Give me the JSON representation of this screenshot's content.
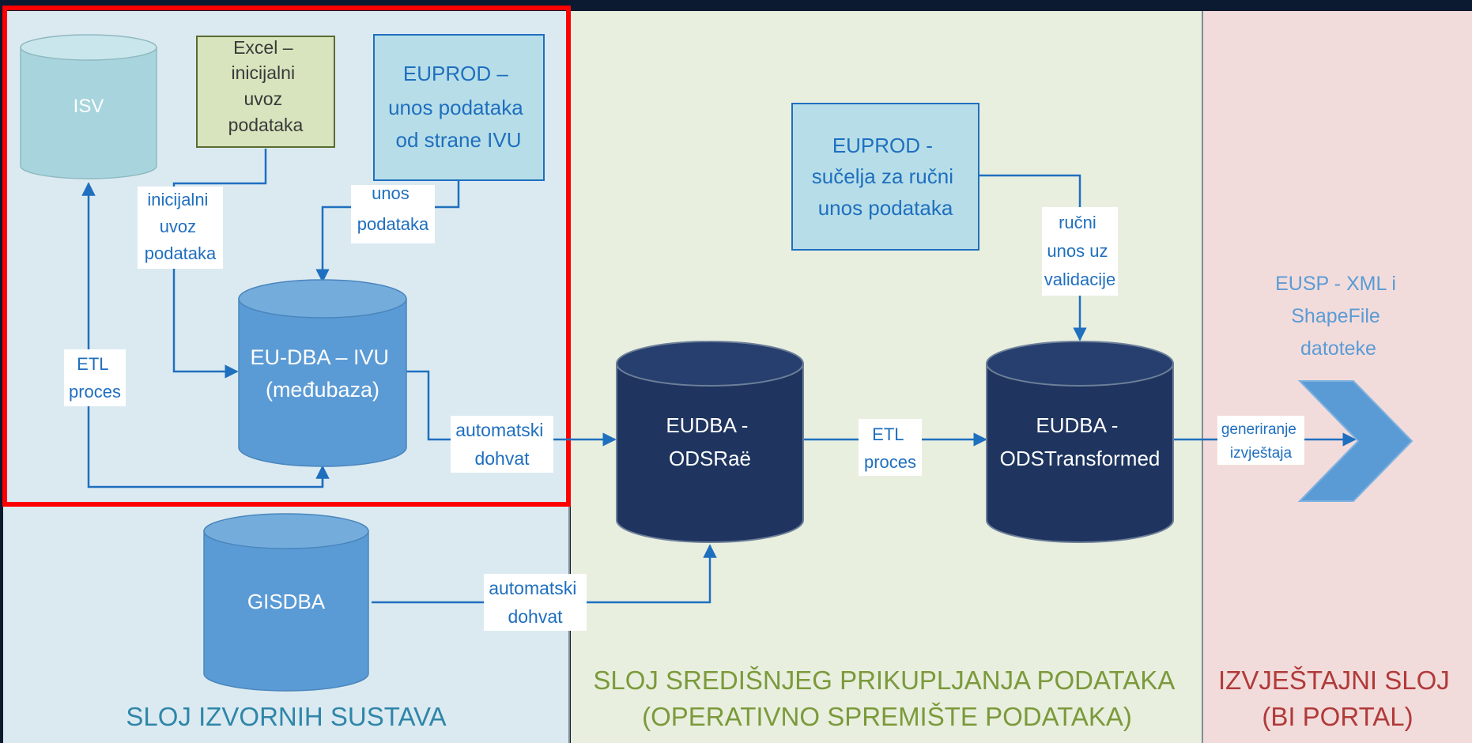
{
  "colors": {
    "source_bg": "#dbeaf1",
    "central_bg": "#e9efdf",
    "report_bg": "#f2dcdb",
    "frame": "#0b1a30",
    "highlight": "#ff0000",
    "arrow": "#1f6fbf",
    "light_db": "#a8d5dd",
    "mid_db": "#5b9bd5",
    "dark_db": "#1f3560",
    "excel_box": "#d7e4bd",
    "euprod_box": "#b7dee8",
    "chevron": "#5b9bd5"
  },
  "layers": {
    "source": "SLOJ IZVORNIH SUSTAVA",
    "central": [
      "SLOJ SREDIŠNJEG PRIKUPLJANJA PODATAKA",
      "(OPERATIVNO SPREMIŠTE PODATAKA)"
    ],
    "report": [
      "IZVJEŠTAJNI SLOJ",
      "(BI PORTAL)"
    ]
  },
  "nodes": {
    "isv": [
      "ISV"
    ],
    "excel": [
      "Excel –",
      "inicijalni",
      "uvoz",
      "podataka"
    ],
    "euprod_ivu": [
      "EUPROD –",
      "unos podataka",
      "od strane IVU"
    ],
    "eu_dba": [
      "EU-DBA – IVU",
      "(međubaza)"
    ],
    "gisdba": [
      "GISDBA"
    ],
    "euprod_manual": [
      "EUPROD -",
      "sučelja za ručni",
      "unos podataka"
    ],
    "ods_raw": [
      "EUDBA -",
      "ODSRaë"
    ],
    "ods_transformed": [
      "EUDBA -",
      "ODSTransformed"
    ],
    "eusp": [
      "EUSP - XML i",
      "ShapeFile",
      "datoteke"
    ]
  },
  "edges": {
    "initial_import": [
      "inicijalni",
      "uvoz",
      "podataka"
    ],
    "data_entry": [
      "unos",
      "podataka"
    ],
    "etl_left": [
      "ETL",
      "proces"
    ],
    "auto_fetch_1": [
      "automatski",
      "dohvat"
    ],
    "auto_fetch_2": [
      "automatski",
      "dohvat"
    ],
    "manual_validation": [
      "ručni",
      "unos uz",
      "validacije"
    ],
    "etl_mid": [
      "ETL",
      "proces"
    ],
    "report_gen": [
      "generiranje",
      "izvještaja"
    ]
  }
}
